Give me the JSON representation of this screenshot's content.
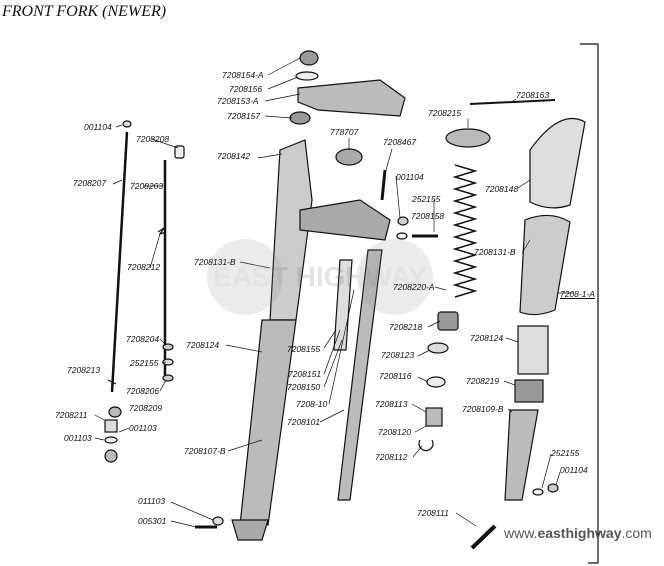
{
  "title": "FRONT FORK (NEWER)",
  "watermark": {
    "text": "EAST HIGHWAY"
  },
  "url": {
    "prefix": "www.",
    "domain": "easthighway",
    "suffix": ".com"
  },
  "parts": {
    "p7208154A": "7208154-A",
    "p7208156": "7208156",
    "p7208153A": "7208153-A",
    "p7208157": "7208157",
    "p778707": "778707",
    "p7208467": "7208467",
    "p7208142": "7208142",
    "p7208163": "7208163",
    "p7208215": "7208215",
    "p7208148": "7208148",
    "p001104a": "001104",
    "p7208208": "7208208",
    "p7208207": "7208207",
    "p7208203": "7208203",
    "p7208212": "7208212",
    "p001104b": "001104",
    "p252155a": "252155",
    "p7208158": "7208158",
    "p7208131B_left": "7208131-B",
    "p7208131B_right": "7208131-B",
    "p7208220A": "7208220-A",
    "p7208_1_A": "7208-1-A",
    "p7208218": "7208218",
    "p7208204": "7208204",
    "p252155b": "252155",
    "p7208124_left": "7208124",
    "p7208155": "7208155",
    "p7208123": "7208123",
    "p7208124_right": "7208124",
    "p7208206": "7208206",
    "p7208213": "7208213",
    "p7208151": "7208151",
    "p7208150": "7208150",
    "p7208116": "7208116",
    "p7208219": "7208219",
    "p7208209": "7208209",
    "p7208211": "7208211",
    "p7208_10": "7208-10",
    "p7208113": "7208113",
    "p7208109B": "7208109-B",
    "p001103a": "001103",
    "p7208101": "7208101",
    "p7208120": "7208120",
    "p001103b": "001103",
    "p7208107B": "7208107-B",
    "p7208112": "7208112",
    "p252155c": "252155",
    "p001104c": "001104",
    "p011103": "011103",
    "p005301": "005301",
    "p7208111": "7208111"
  }
}
